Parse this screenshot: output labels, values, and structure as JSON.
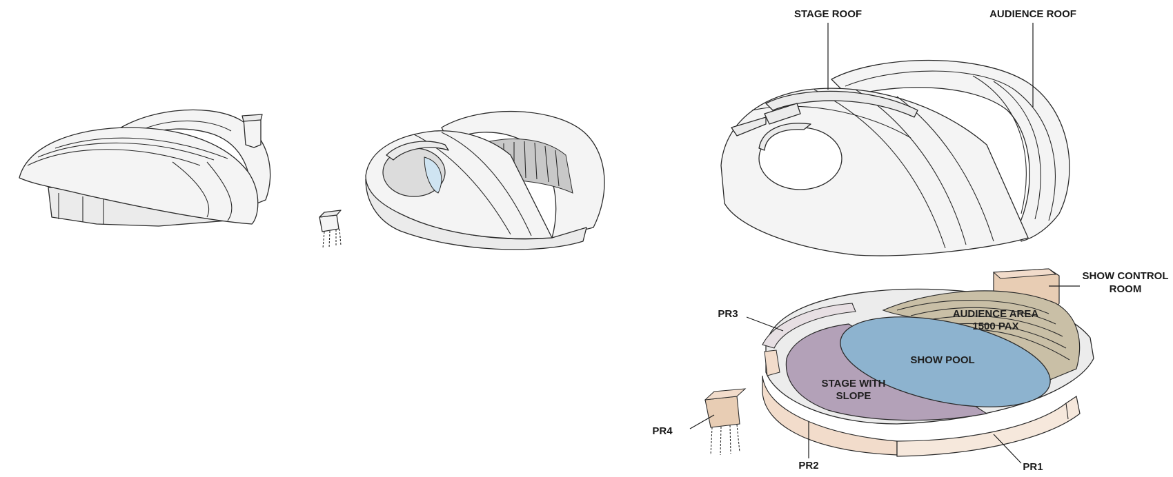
{
  "labels": {
    "stage_roof": "STAGE ROOF",
    "audience_roof": "AUDIENCE ROOF",
    "show_control_room_1": "SHOW CONTROL",
    "show_control_room_2": "ROOM",
    "audience_area_1": "AUDIENCE AREA",
    "audience_area_2": "1500 PAX",
    "show_pool": "SHOW POOL",
    "stage_1": "STAGE WITH",
    "stage_2": "SLOPE",
    "pr1": "PR1",
    "pr2": "PR2",
    "pr3": "PR3",
    "pr4": "PR4"
  },
  "colors": {
    "shell": "#f4f4f4",
    "outline": "#2a2a2a",
    "pool": "#8db3cf",
    "stage": "#b3a1b8",
    "seating": "#c9bfa6",
    "perimeter": "#f2dccb",
    "control_room": "#e8cdb4",
    "glass": "#cfe4f2"
  }
}
